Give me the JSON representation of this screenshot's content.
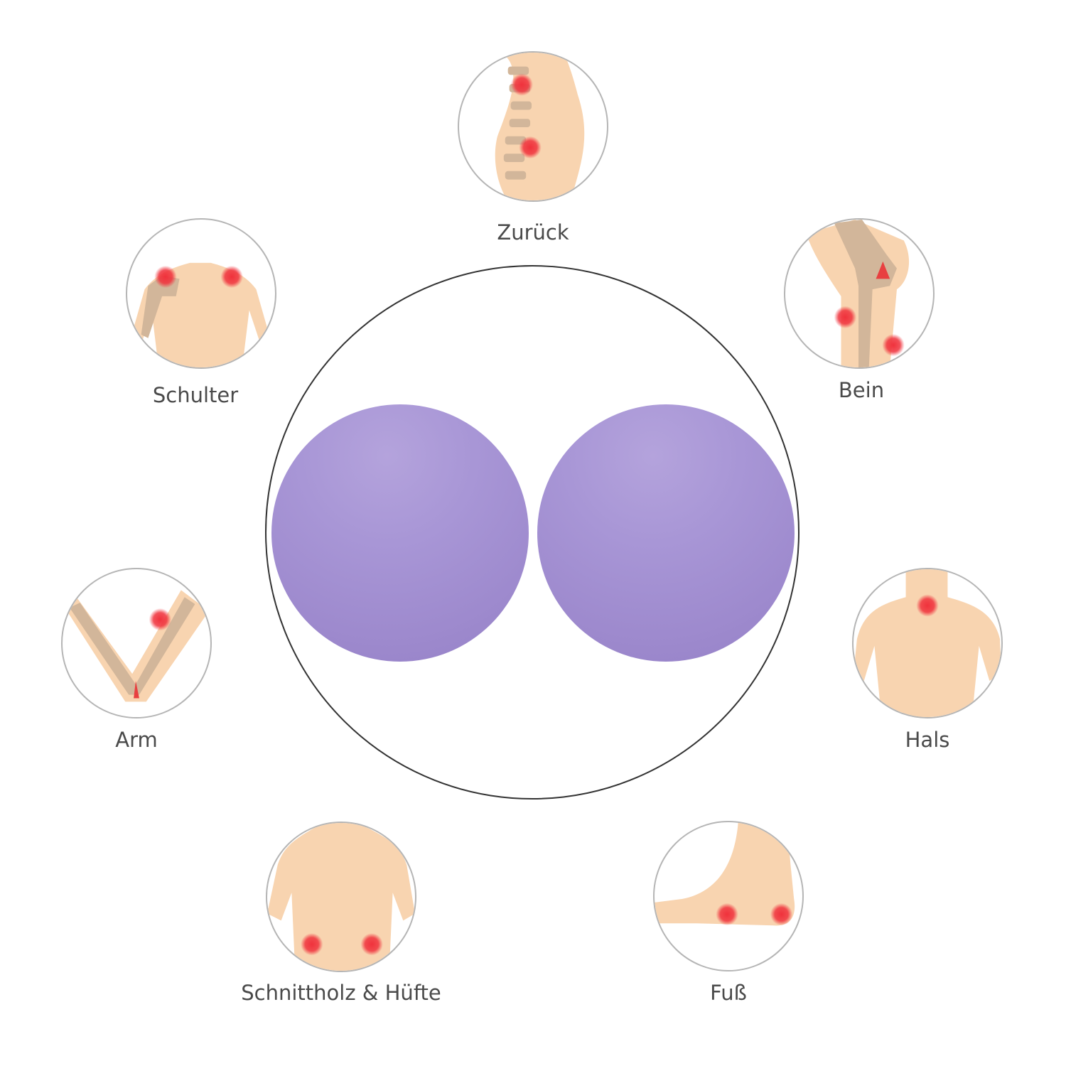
{
  "colors": {
    "ball": "#a896d6",
    "skin": "#f8d4b0",
    "bone": "#d2b69a",
    "pain": "#f0323c",
    "ring": "#333333"
  },
  "areas": [
    {
      "label": "Zurück",
      "icon": "spine-icon"
    },
    {
      "label": "Schulter",
      "icon": "shoulder-icon"
    },
    {
      "label": "Bein",
      "icon": "knee-icon"
    },
    {
      "label": "Arm",
      "icon": "elbow-icon"
    },
    {
      "label": "Hals",
      "icon": "neck-icon"
    },
    {
      "label": "Schnittholz & Hüfte",
      "icon": "lower-back-icon"
    },
    {
      "label": "Fuß",
      "icon": "foot-icon"
    }
  ]
}
